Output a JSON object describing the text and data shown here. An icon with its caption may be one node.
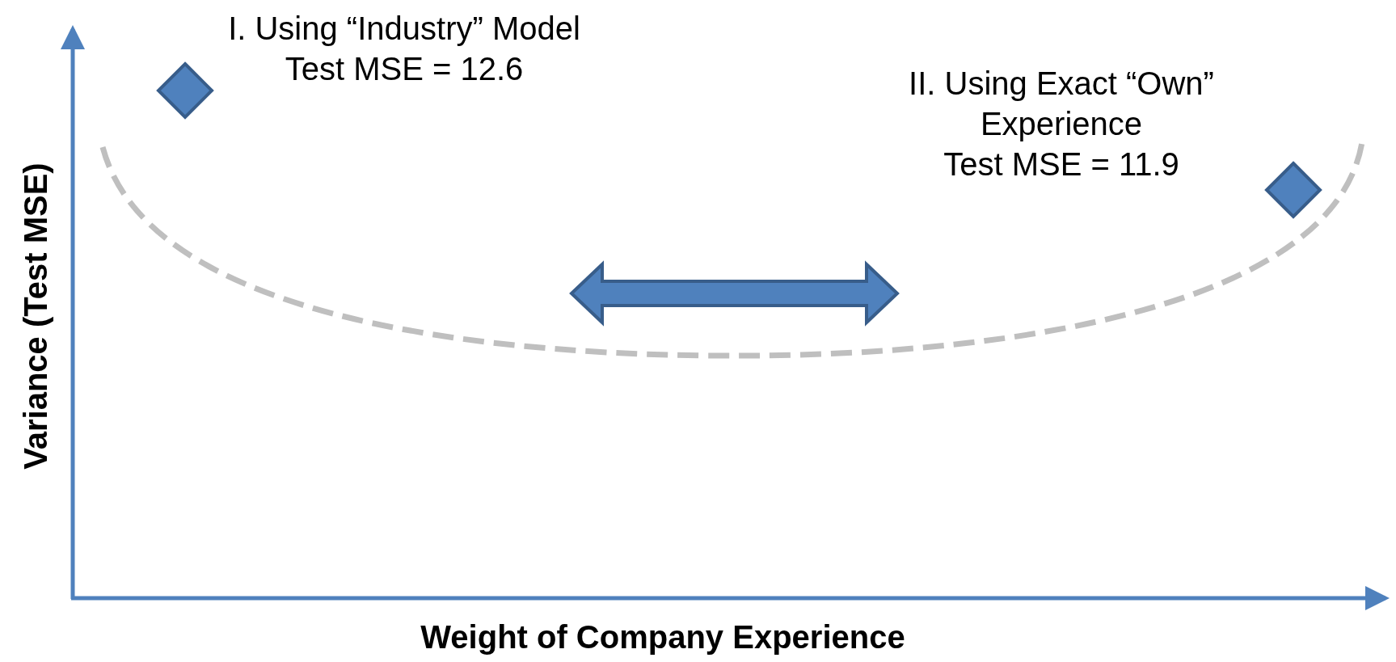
{
  "diagram": {
    "nodes": [
      {
        "text": [],
        "shape": "diamond",
        "beside": [
          "I. Using “Industry” Model",
          "Test MSE = 12.6"
        ]
      },
      {
        "text": [],
        "shape": "diamond",
        "beside": [
          "II. Using Exact “Own” Experience",
          "Test MSE = 11.9"
        ]
      }
    ],
    "labels": [
      "Variance (Test MSE)",
      "Weight of Company Experience"
    ]
  }
}
